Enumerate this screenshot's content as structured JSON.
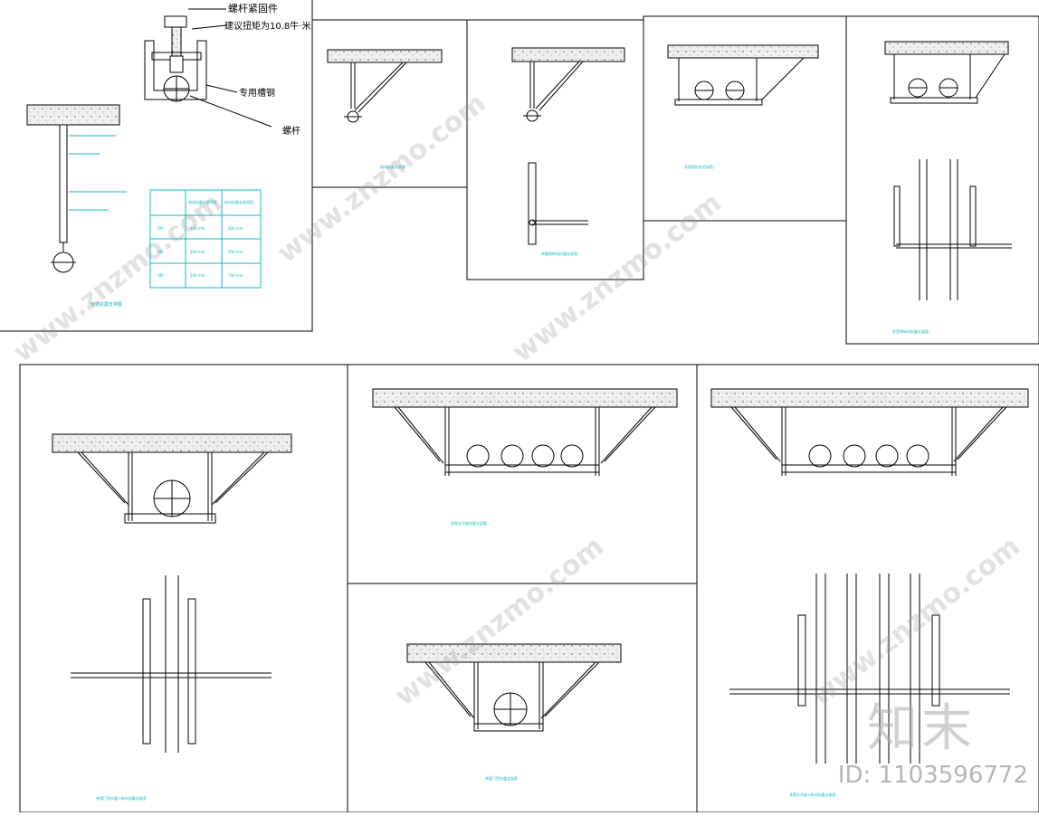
{
  "annotations": {
    "screw_fastener": "螺杆紧固件",
    "torque_note": "建议扭矩为10.8牛·米",
    "special_channel": "专用槽钢",
    "screw_rod": "螺杆"
  },
  "panel_titles": {
    "p1": "管道抗震支架图",
    "p2": "侧向抗震支架图",
    "p3": "单管侧纵向抗震支架图",
    "p4": "多管侧向支吊架图",
    "p5": "多管侧纵向抗震支架图",
    "p6": "单管门型抗震+纵向抗震支架图",
    "p7": "多管支吊架抗震支架图",
    "p8": "单管门型抗震支架图",
    "p9": "多管支吊架+纵向抗震支架图"
  },
  "spacing_table": {
    "headers": [
      "",
      "侧向抗震支架间距",
      "纵向抗震支架间距"
    ],
    "rows": [
      [
        "DN",
        "400 mm",
        "600 mm"
      ],
      [
        "DN",
        "300 mm",
        "500 mm"
      ],
      [
        "DN",
        "200 mm",
        "700 mm"
      ]
    ]
  },
  "watermark": {
    "site": "www.znzmo.com",
    "brand": "知末",
    "id_label": "ID: 1103596772"
  },
  "colors": {
    "line": "#000000",
    "annotation": "#11b7c9",
    "concrete": "#e9e9e9"
  }
}
